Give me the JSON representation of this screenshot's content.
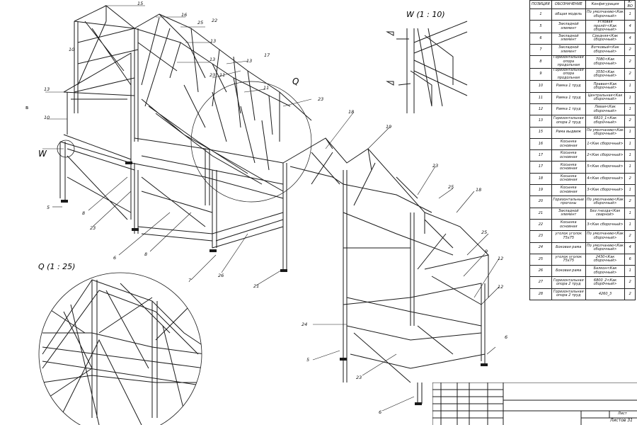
{
  "views": {
    "w_label": "W (1 : 10)",
    "q_label": "Q (1 : 25)",
    "w_marker": "W",
    "q_marker": "Q"
  },
  "left_margin_mark": "в",
  "positions": [
    "15",
    "16",
    "22",
    "25",
    "13",
    "10",
    "13",
    "10",
    "13",
    "23",
    "17",
    "13",
    "11",
    "11",
    "23",
    "18",
    "19",
    "23",
    "25",
    "18",
    "25",
    "9",
    "12",
    "12",
    "5",
    "8",
    "23",
    "6",
    "8",
    "7",
    "26",
    "21",
    "24",
    "5",
    "23",
    "6",
    "6"
  ],
  "spec_table": {
    "headers": [
      "ПОЗИЦИЯ",
      "ОБОЗНАЧЕНИЕ",
      "Конфигурация",
      "К-ВО"
    ],
    "rows": [
      [
        "1",
        "общая модель",
        "По умолчанию<Как сборочный>",
        "1"
      ],
      [
        "5",
        "Закладной элемент",
        "Угловая пролёт<Как сборочный>",
        "4"
      ],
      [
        "6",
        "Закладной элемент",
        "Средняя<Как сборочный>",
        "4"
      ],
      [
        "7",
        "Закладной элемент",
        "Вотковый<Как сборочный>",
        "2"
      ],
      [
        "8",
        "Горизонтальная опора продольная",
        "7080<Как сборочный>",
        "2"
      ],
      [
        "9",
        "Горизонтальная опора продольная",
        "3550<Как сборочный>",
        "2"
      ],
      [
        "10",
        "Рамка 1 труд",
        "Правая<Как сборочный>",
        "1"
      ],
      [
        "11",
        "Рамка 1 труд",
        "Центральная<Как сборочный>",
        "1"
      ],
      [
        "12",
        "Рамка 1 труд",
        "Левая<Как сборочный>",
        "1"
      ],
      [
        "13",
        "Горизонтальная опора 2 труд",
        "6810_1<Как сборочный>",
        "2"
      ],
      [
        "15",
        "Рама выдвиж",
        "По умолчанию<Как сборочный>",
        "1"
      ],
      [
        "16",
        "Косынка основная",
        "1<Как сборочный>",
        "1"
      ],
      [
        "17",
        "Косынка основная",
        "2<Как сборочный>",
        "1"
      ],
      [
        "17",
        "Косынка основная",
        "5<Как сборочный>",
        "1"
      ],
      [
        "18",
        "Косынка основная",
        "4<Как сборочный>",
        "2"
      ],
      [
        "19",
        "Косынка основная",
        "3<Как сборочный>",
        "1"
      ],
      [
        "20",
        "Горизонтальные прогоны",
        "По умолчанию<Как сборочный>",
        "2"
      ],
      [
        "21",
        "Закладной элемент",
        "Без гнезда<Как сварной>",
        "1"
      ],
      [
        "22",
        "Косынка основная",
        "3<Как сборочный>",
        "1"
      ],
      [
        "23",
        "уголок уголок 75х75",
        "По умолчанию<Как сборочный>",
        "2"
      ],
      [
        "24",
        "Боковая рама",
        "По умолчанию<Как сборочный>",
        "4"
      ],
      [
        "25",
        "уголок уголок 75х75",
        "2430<Как сборочный>",
        "6"
      ],
      [
        "26",
        "Боковая рама",
        "Балкон<Как сборочный>",
        "1"
      ],
      [
        "27",
        "Горизонтальная опора 2 труд",
        "6800_2<Как сборочный>",
        "2"
      ],
      [
        "28",
        "Горизонтальная опора 2 труд",
        "4260_3",
        "2"
      ]
    ]
  },
  "title_block": {
    "sheet_label": "Лист",
    "sheets_label": "Листов 31"
  },
  "colors": {
    "line": "#1a1a1a",
    "paper": "#ffffff",
    "hatch": "#555555"
  }
}
